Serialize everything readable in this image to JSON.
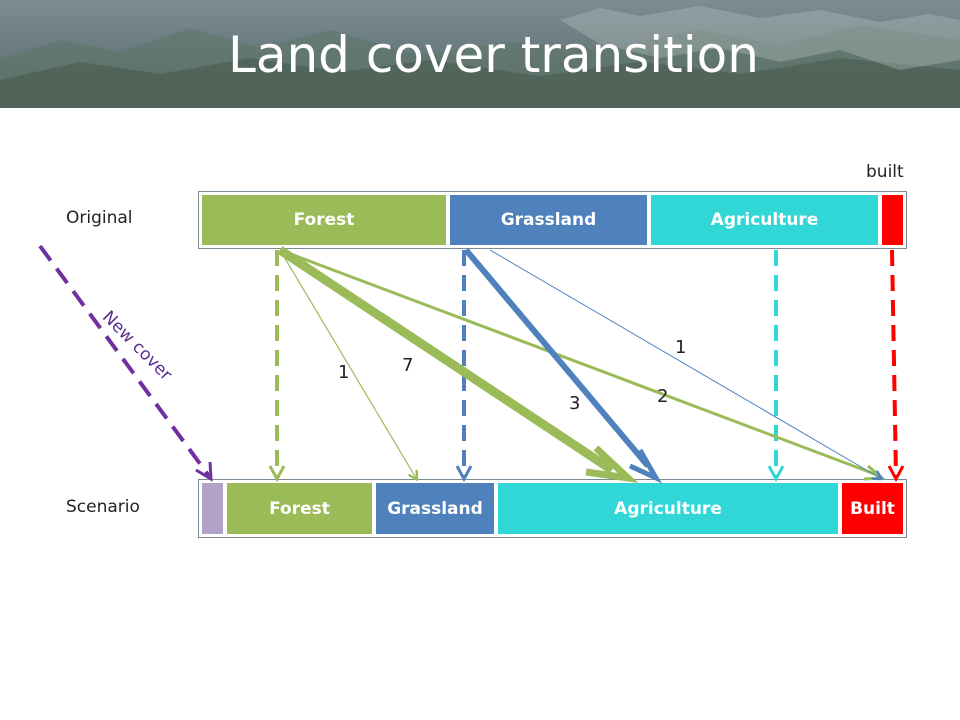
{
  "title": "Land cover transition",
  "labels": {
    "original": "Original",
    "scenario": "Scenario",
    "built_top": "built",
    "new_cover": "New cover"
  },
  "original_bar": [
    {
      "key": "forest",
      "label": "Forest",
      "color": "#9bbb59"
    },
    {
      "key": "grassland",
      "label": "Grassland",
      "color": "#4f81bd"
    },
    {
      "key": "agriculture",
      "label": "Agriculture",
      "color": "#31d6d6"
    },
    {
      "key": "built",
      "label": "",
      "color": "#ff0000"
    }
  ],
  "scenario_bar": [
    {
      "key": "new",
      "label": "",
      "color": "#b3a2c7"
    },
    {
      "key": "forest",
      "label": "Forest",
      "color": "#9bbb59"
    },
    {
      "key": "grassland",
      "label": "Grassland",
      "color": "#4f81bd"
    },
    {
      "key": "agriculture",
      "label": "Agriculture",
      "color": "#31d6d6"
    },
    {
      "key": "built",
      "label": "Built",
      "color": "#ff0000"
    }
  ],
  "flow_labels": {
    "forest_to_grassland": "1",
    "forest_to_agriculture": "7",
    "grassland_to_agriculture": "3",
    "forest_to_built": "2",
    "grassland_to_built": "1"
  },
  "colors": {
    "forest": "#9bbb59",
    "grassland": "#4f81bd",
    "agriculture": "#31d6d6",
    "built": "#ff0000",
    "new_cover": "#7030a0"
  }
}
